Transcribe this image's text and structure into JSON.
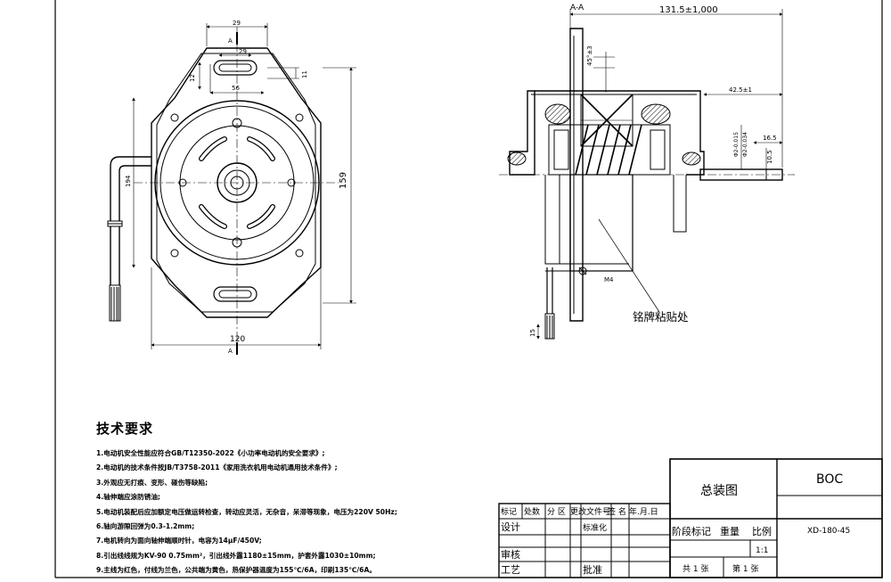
{
  "section_label": "A-A",
  "front_view": {
    "dims": {
      "top_width": "29",
      "slot_width": "29",
      "slot_height": "12",
      "slot_offset": "11",
      "slot_spacing": "56",
      "body_height_left": "194",
      "body_height_right": "159",
      "bottom_width": "120"
    },
    "section_mark_top": "A",
    "section_mark_bottom": "A"
  },
  "side_view": {
    "dims": {
      "overall_length": "131.5±1,000",
      "rotor_angle": "45°±3",
      "shaft_length": "42.5±1",
      "shaft_end": "16.5",
      "shaft_flat": "10.5",
      "shaft_dia_1": "Φ2-0.015",
      "shaft_dia_2": "Φ2-0.034",
      "screw": "M4",
      "lead_len": "15"
    },
    "nameplate_label": "铭牌粘贴处"
  },
  "tech_requirements": {
    "title": "技术要求",
    "items": [
      "1.电动机安全性能应符合GB/T12350-2022《小功率电动机的安全要求》;",
      "2.电动机的技术条件按JB/T3758-2011《家用洗衣机用电动机通用技术条件》;",
      "3.外观应无打痕、变形、碰伤等缺陷;",
      "4.轴伸端应涂防锈油;",
      "5.电动机装配后应加额定电压做运转检查，转动应灵活，无杂音，呆滞等现象，电压为220V 50Hz;",
      "6.轴向游隙回弹为0.3-1.2mm;",
      "7.电机转向为面向轴伸端顺时针，电容为14μF/450V;",
      "8.引出线线规为KV-90 0.75mm²，引出线外露1180±15mm，护套外露1030±10mm;",
      "9.主线为红色，付线为兰色，公共端为黄色，热保护器温度为155℃/6A，印刷135℃/6A。"
    ]
  },
  "title_block": {
    "revision_headers": [
      "标记",
      "处数",
      "分 区",
      "更改文件号",
      "签 名",
      "年.月.日"
    ],
    "design": "设计",
    "standardize": "标准化",
    "check": "审核",
    "process": "工艺",
    "approve": "批准",
    "drawing_name": "总装图",
    "company": "BOC",
    "drawing_no": "XD-180-45",
    "stage_header": "阶段标记",
    "weight_header": "重量",
    "scale_header": "比例",
    "scale": "1:1",
    "sheets_total": "共 1 张",
    "sheet_no": "第 1 张"
  }
}
